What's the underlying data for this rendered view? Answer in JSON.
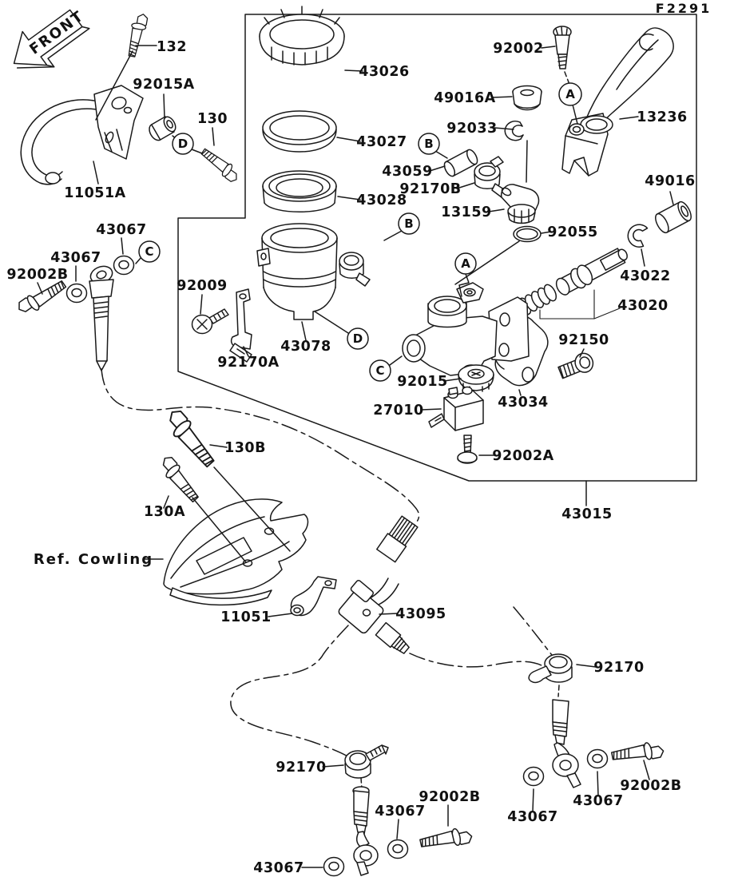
{
  "figure": {
    "code": "F2291"
  },
  "front_marker": {
    "label": "FRONT"
  },
  "reference": {
    "cowling_label": "Ref. Cowling"
  },
  "section_markers": {
    "A": "A",
    "B": "B",
    "C": "C",
    "D": "D"
  },
  "parts": {
    "132": "132",
    "130": "130",
    "130A": "130A",
    "130B": "130B",
    "11051": "11051",
    "11051A": "11051A",
    "13159": "13159",
    "13236": "13236",
    "27010": "27010",
    "43015": "43015",
    "43020": "43020",
    "43022": "43022",
    "43026": "43026",
    "43027": "43027",
    "43028": "43028",
    "43034": "43034",
    "43059": "43059",
    "43067": "43067",
    "43078": "43078",
    "43095": "43095",
    "49016": "49016",
    "49016A": "49016A",
    "92002": "92002",
    "92002A": "92002A",
    "92002B": "92002B",
    "92009": "92009",
    "92015": "92015",
    "92015A": "92015A",
    "92033": "92033",
    "92055": "92055",
    "92150": "92150",
    "92170": "92170",
    "92170A": "92170A",
    "92170B": "92170B"
  },
  "colors": {
    "line": "#1a1a1a",
    "background": "#ffffff"
  }
}
